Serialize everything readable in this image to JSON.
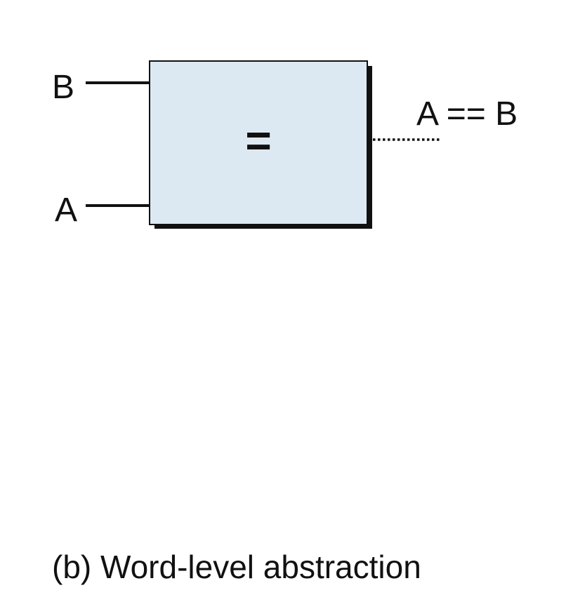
{
  "inputs": [
    {
      "label": "B"
    },
    {
      "label": "A"
    }
  ],
  "block": {
    "symbol": "="
  },
  "output": {
    "label": "A == B"
  },
  "caption": "(b) Word-level abstraction",
  "colors": {
    "block_fill": "#dde9f2",
    "stroke": "#111111",
    "shadow": "#111111"
  }
}
